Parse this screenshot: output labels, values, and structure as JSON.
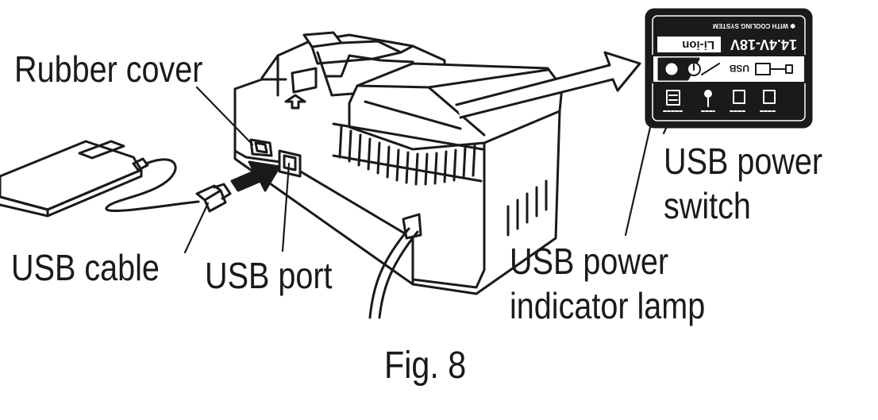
{
  "figure": {
    "caption": "Fig. 8",
    "labels": {
      "rubber_cover": "Rubber cover",
      "usb_cable": "USB cable",
      "usb_port": "USB port",
      "usb_power_switch": [
        "USB power",
        "switch"
      ],
      "usb_power_indicator_lamp": [
        "USB power",
        "indicator lamp"
      ]
    },
    "panel": {
      "battery_type": "Li-ion",
      "voltage": "14.4V-18V",
      "cooling_note": "✽ WITH COOLING SYSTEM",
      "usb_text": "USB"
    }
  },
  "colors": {
    "ink": "#1a1a1a",
    "background": "#ffffff"
  }
}
